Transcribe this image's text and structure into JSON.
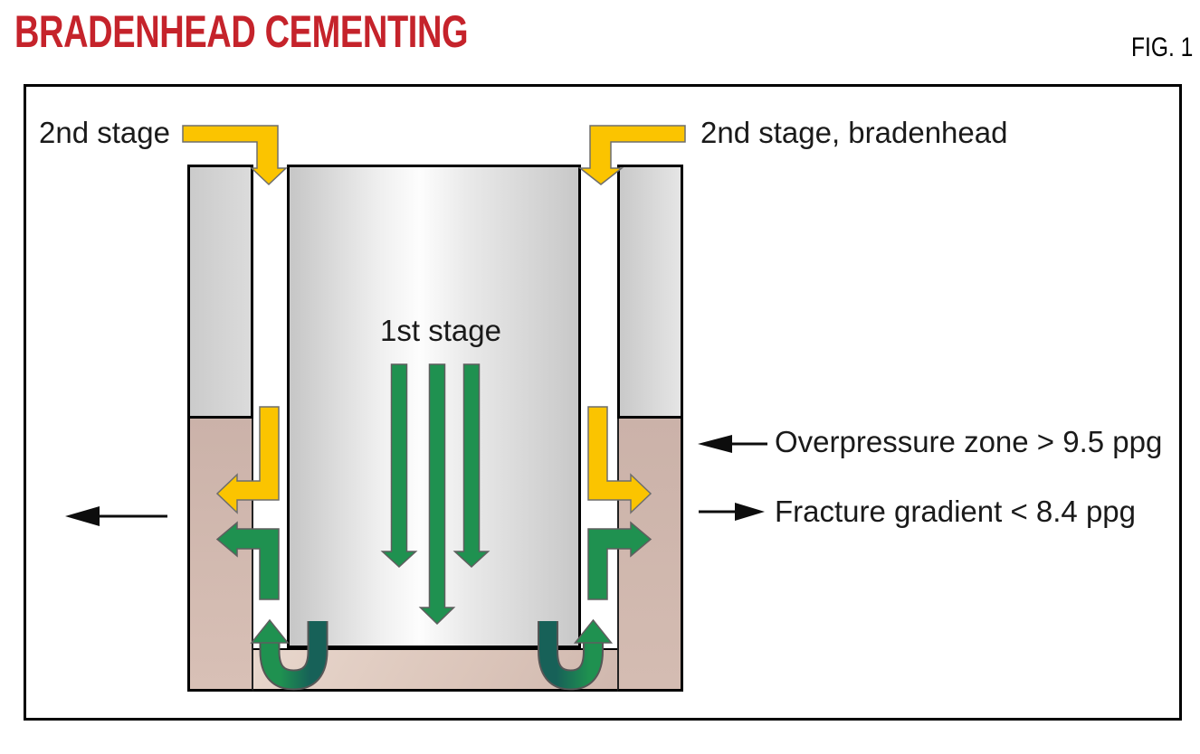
{
  "header": {
    "title": "BRADENHEAD CEMENTING",
    "fig_label": "FIG. 1"
  },
  "figure": {
    "labels": {
      "second_stage_left": "2nd stage",
      "second_stage_right": "2nd stage, bradenhead",
      "first_stage": "1st stage",
      "overpressure_zone": "Overpressure zone > 9.5 ppg",
      "fracture_gradient": "Fracture gradient < 8.4 ppg"
    },
    "colors": {
      "title_red": "#C5232B",
      "arrow_yellow": "#FBC400",
      "arrow_green": "#1F9150",
      "arrow_teal": "#176158",
      "formation_tan": "#CBB2A9",
      "casing_gray_dark": "#C9C9C9",
      "text_black": "#1A1A1A"
    }
  }
}
